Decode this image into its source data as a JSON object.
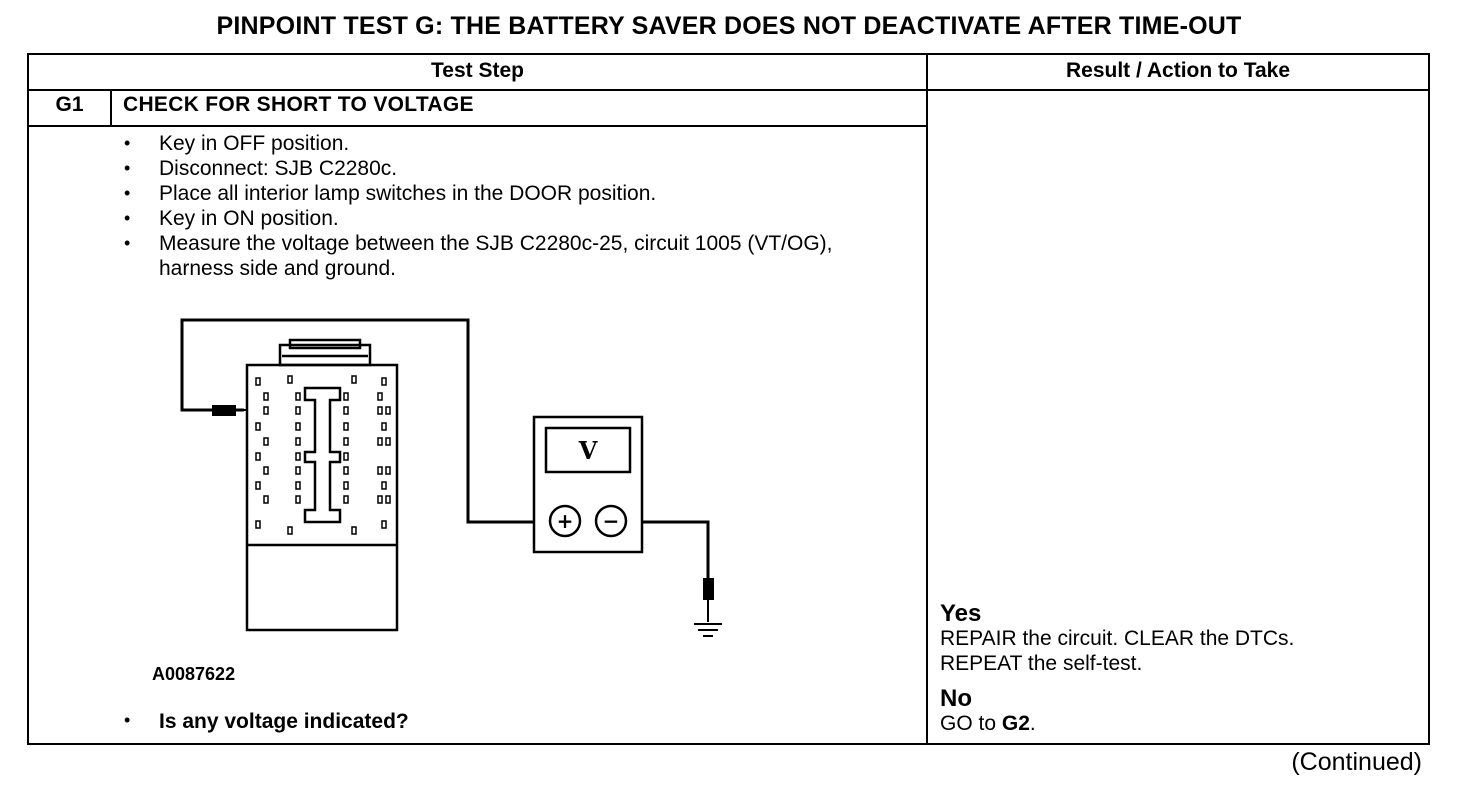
{
  "title": "PINPOINT TEST  G: THE BATTERY SAVER DOES NOT DEACTIVATE AFTER TIME-OUT",
  "table": {
    "headers": {
      "test_step": "Test Step",
      "result_action": "Result / Action to Take"
    },
    "step": {
      "id": "G1",
      "title": "CHECK FOR SHORT TO VOLTAGE",
      "bullets": [
        "Key in OFF position.",
        "Disconnect: SJB C2280c.",
        "Place all interior lamp switches in the DOOR position.",
        "Key in ON position.",
        "Measure the voltage between the SJB C2280c-25, circuit 1005 (VT/OG), harness side and ground."
      ],
      "figure_id": "A0087622",
      "meter_label": "V",
      "plus_symbol": "+",
      "minus_symbol": "−",
      "question": "Is any voltage indicated?"
    },
    "results": {
      "yes_label": "Yes",
      "yes_text_1": "REPAIR the circuit. CLEAR the DTCs.",
      "yes_text_2": "REPEAT the self-test.",
      "no_label": "No",
      "no_text": "GO to ",
      "no_target": "G2",
      "no_suffix": "."
    }
  },
  "footer": {
    "continued": "(Continued)"
  }
}
